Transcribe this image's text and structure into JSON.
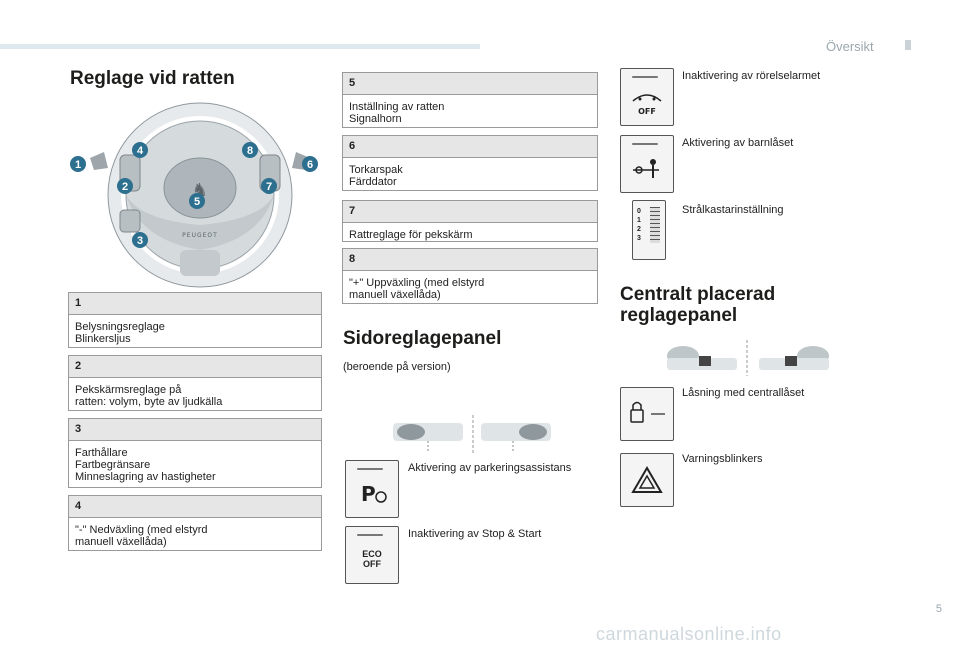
{
  "header": {
    "section": "Översikt"
  },
  "page_number": "5",
  "left": {
    "title": "Reglage vid ratten",
    "callouts": [
      "1",
      "2",
      "3",
      "4",
      "5",
      "6",
      "7",
      "8"
    ],
    "boxes": [
      {
        "num": "1",
        "text": "Belysningsreglage\nBlinkersljus"
      },
      {
        "num": "2",
        "text": "Pekskärmsreglage på\nratten: volym, byte av ljudkälla"
      },
      {
        "num": "3",
        "text": "Farthållare\nFartbegränsare\nMinneslagring av hastigheter"
      },
      {
        "num": "4",
        "text": "\"-\" Nedväxling (med elstyrd\nmanuell växellåda)"
      }
    ]
  },
  "middle": {
    "boxes": [
      {
        "num": "5",
        "text": "Inställning av ratten\nSignalhorn"
      },
      {
        "num": "6",
        "text": "Torkarspak\nFärddator"
      },
      {
        "num": "7",
        "text": "Rattreglage för pekskärm"
      },
      {
        "num": "8",
        "text": "\"+\" Uppväxling (med elstyrd\nmanuell växellåda)"
      }
    ],
    "side_title": "Sidoreglagepanel",
    "side_subtitle": "(beroende på version)",
    "items": [
      {
        "icon": "parking-assist-icon",
        "label": "Aktivering av parkeringsassistans",
        "icon_text": "P"
      },
      {
        "icon": "eco-off-icon",
        "label": "Inaktivering av Stop & Start",
        "icon_text": "ECO\nOFF"
      }
    ]
  },
  "right": {
    "items": [
      {
        "icon": "motion-alarm-off-icon",
        "label": "Inaktivering av rörelselarmet",
        "icon_text": "OFF"
      },
      {
        "icon": "child-lock-icon",
        "label": "Aktivering av barnlåset"
      },
      {
        "icon": "headlamp-adjust-icon",
        "label": "Strålkastarinställning",
        "icon_text": "0\n1\n2\n3"
      }
    ],
    "central_title": "Centralt placerad\nreglagepanel",
    "central_items": [
      {
        "icon": "central-lock-icon",
        "label": "Låsning med centrallåset"
      },
      {
        "icon": "hazard-icon",
        "label": "Varningsblinkers"
      }
    ]
  },
  "watermark": "carmanualsonline.info",
  "colors": {
    "box_header": "#e6e6e6",
    "border": "#9a9a9a",
    "callout": "#2d6f8f",
    "accent": "#dde9ee"
  }
}
